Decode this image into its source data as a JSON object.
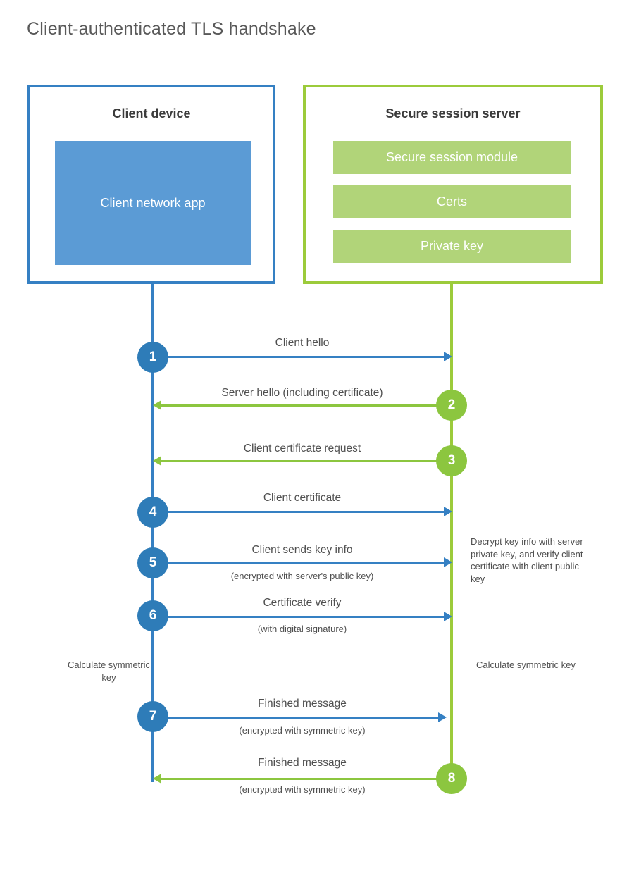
{
  "title": "Client-authenticated TLS handshake",
  "colors": {
    "client_border": "#3580c3",
    "client_fill": "#5b9bd5",
    "server_border": "#9ccb3b",
    "server_fill": "#b1d479",
    "client_circle": "#2e7cb8",
    "server_circle": "#8cc63f",
    "text": "#4f4f4f",
    "title_text": "#595959"
  },
  "parties": {
    "client": {
      "title": "Client device",
      "components": [
        {
          "label": "Client network app"
        }
      ]
    },
    "server": {
      "title": "Secure session server",
      "components": [
        {
          "label": "Secure session module"
        },
        {
          "label": "Certs"
        },
        {
          "label": "Private key"
        }
      ]
    }
  },
  "steps": [
    {
      "number": "1",
      "label": "Client hello",
      "sublabel": "",
      "direction": "client-to-server",
      "actor": "client"
    },
    {
      "number": "2",
      "label": "Server hello (including certificate)",
      "sublabel": "",
      "direction": "server-to-client",
      "actor": "server"
    },
    {
      "number": "3",
      "label": "Client certificate request",
      "sublabel": "",
      "direction": "server-to-client",
      "actor": "server"
    },
    {
      "number": "4",
      "label": "Client certificate",
      "sublabel": "",
      "direction": "client-to-server",
      "actor": "client"
    },
    {
      "number": "5",
      "label": "Client sends key info",
      "sublabel": "(encrypted with server's public key)",
      "direction": "client-to-server",
      "actor": "client"
    },
    {
      "number": "6",
      "label": "Certificate verify",
      "sublabel": "(with digital signature)",
      "direction": "client-to-server",
      "actor": "client"
    },
    {
      "number": "7",
      "label": "Finished message",
      "sublabel": "(encrypted with symmetric key)",
      "direction": "client-to-server",
      "actor": "client"
    },
    {
      "number": "8",
      "label": "Finished message",
      "sublabel": "(encrypted with symmetric key)",
      "direction": "server-to-client",
      "actor": "server"
    }
  ],
  "annotations": {
    "server_decrypt": "Decrypt key info with server private key, and verify client certificate with client public key",
    "client_calculate": "Calculate symmetric key",
    "server_calculate": "Calculate symmetric key"
  }
}
